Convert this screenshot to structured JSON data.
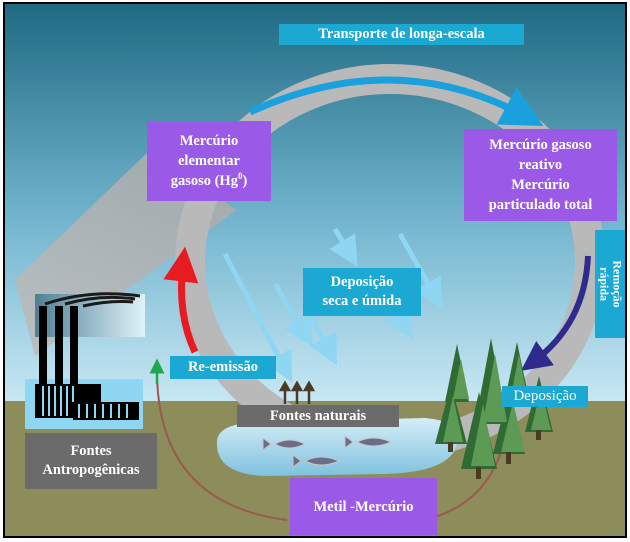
{
  "labels": {
    "transport": "Transporte de longa-escala",
    "hg0_line1": "Mercúrio",
    "hg0_line2": "elementar",
    "hg0_line3": "gasoso (Hg",
    "hg0_sup": "0",
    "hg0_close": ")",
    "reactive_line1": "Mercúrio gasoso",
    "reactive_line2": "reativo",
    "reactive_line3": "Mercúrio",
    "reactive_line4": "particulado total",
    "rapid_removal_line1": "Remoção",
    "rapid_removal_line2": "rápida",
    "deposition_line1": "Deposição",
    "deposition_line2": "seca e úmida",
    "reemission": "Re-emissão",
    "deposition": "Deposição",
    "natural_sources": "Fontes naturais",
    "anthropogenic_line1": "Fontes",
    "anthropogenic_line2": "Antropogênicas",
    "methylmercury": "Metil -Mercúrio"
  },
  "colors": {
    "sky_top": "#1f6a83",
    "sky_bottom": "#c4e6f3",
    "ground": "#8c8d5a",
    "purple_box": "#9b59e8",
    "cyan_box": "#1ba8d2",
    "gray_box": "#6b6b6b",
    "cycle_gray": "#b9b9b9",
    "reemission_arrow": "#e81b23",
    "removal_arrow": "#2e2b8c",
    "transport_arrow": "#1aa0dc",
    "green_arrow": "#1fa84f",
    "brown_loop": "#9a5a4f"
  }
}
